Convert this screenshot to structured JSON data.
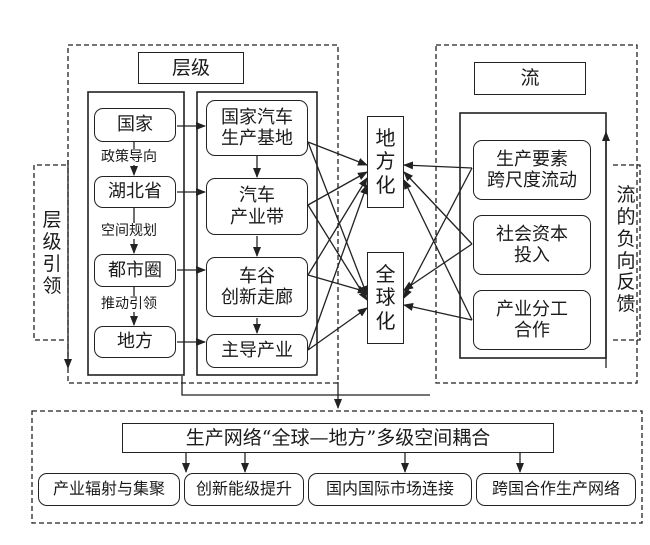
{
  "left_panel": {
    "title": "层级",
    "levels": [
      "国家",
      "湖北省",
      "都市圈",
      "地方"
    ],
    "edge_labels": [
      "政策导向",
      "空间规划",
      "推动引领"
    ],
    "industry": [
      "国家汽车\n生产基地",
      "汽车\n产业带",
      "车谷\n创新走廊",
      "主导产业"
    ]
  },
  "side_left": "层\n级\n引\n领",
  "center": {
    "top": "地\n方\n化",
    "bottom": "全\n球\n化"
  },
  "right_panel": {
    "title": "流",
    "items": [
      "生产要素\n跨尺度流动",
      "社会资本\n投入",
      "产业分工\n合作"
    ]
  },
  "side_right": "流\n的\n负\n向\n反\n馈",
  "bottom_panel": {
    "title": "生产网络“全球—地方”多级空间耦合",
    "outcomes": [
      "产业辐射与集聚",
      "创新能级提升",
      "国内国际市场连接",
      "跨国合作生产网络"
    ]
  }
}
